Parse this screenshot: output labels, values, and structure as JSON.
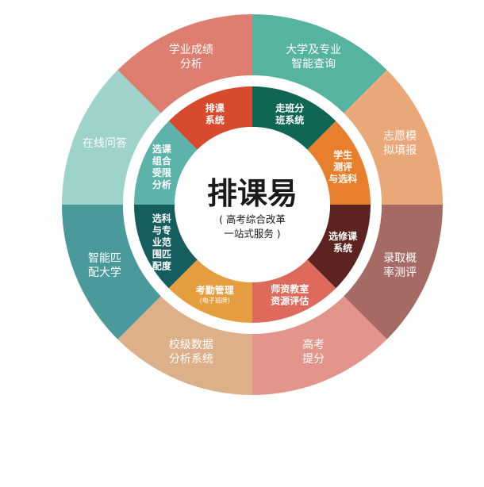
{
  "center": {
    "title": "排课易",
    "subtitle_lines": [
      "( 高考综合改革",
      "一站式服务 )"
    ]
  },
  "outer_ring": [
    {
      "lines": [
        "大学及专业",
        "智能查询"
      ],
      "color": "#55b39f"
    },
    {
      "lines": [
        "志愿模",
        "拟填报"
      ],
      "color": "#eaa879"
    },
    {
      "lines": [
        "录取概",
        "率测评"
      ],
      "color": "#a66a64"
    },
    {
      "lines": [
        "高考",
        "提分"
      ],
      "color": "#e3948b"
    },
    {
      "lines": [
        "校级数据",
        "分析系统"
      ],
      "color": "#dcb088"
    },
    {
      "lines": [
        "智能匹",
        "配大学"
      ],
      "color": "#4a999b"
    },
    {
      "lines": [
        "在线问答"
      ],
      "color": "#9dd3cb"
    },
    {
      "lines": [
        "学业成绩",
        "分析"
      ],
      "color": "#dd7e71"
    }
  ],
  "inner_ring": [
    {
      "lines": [
        "走班分",
        "班系统"
      ],
      "color": "#0f6655"
    },
    {
      "lines": [
        "学生",
        "测评",
        "与选科"
      ],
      "color": "#e87f2c"
    },
    {
      "lines": [
        "选修课",
        "系统"
      ],
      "color": "#5c2320"
    },
    {
      "lines": [
        "师资教室",
        "资源评估"
      ],
      "color": "#dd6a5a"
    },
    {
      "lines": [
        "考勤管理"
      ],
      "sub": "(电子班牌)",
      "color": "#e59e3f"
    },
    {
      "lines": [
        "选科",
        "与专",
        "业范",
        "围匹",
        "配度"
      ],
      "color": "#165e5e"
    },
    {
      "lines": [
        "选课",
        "组合",
        "受限",
        "分析"
      ],
      "color": "#5bb3aa"
    },
    {
      "lines": [
        "排课",
        "系统"
      ],
      "color": "#d84a2e"
    }
  ]
}
